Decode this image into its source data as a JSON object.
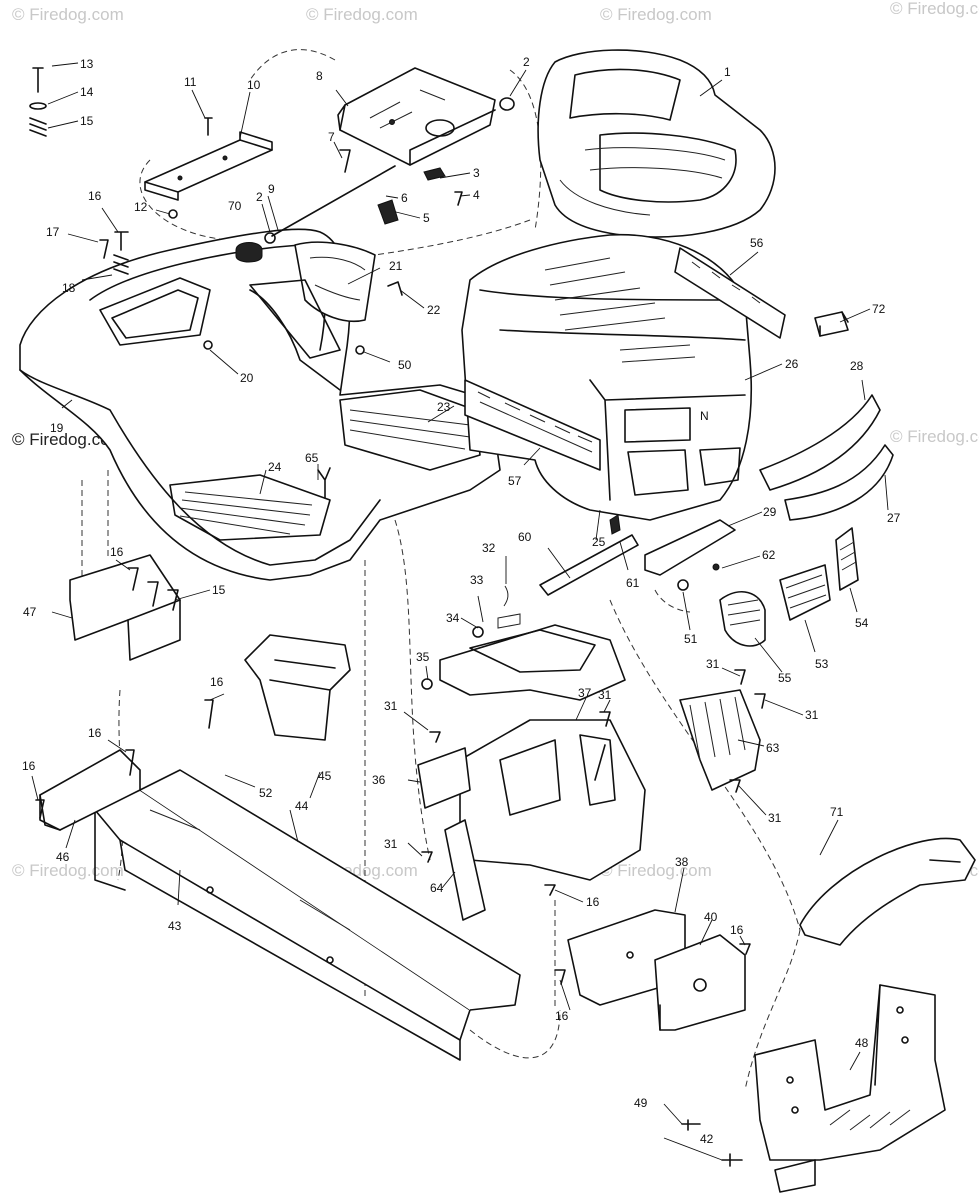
{
  "watermark": {
    "text": "© Firedog.com"
  },
  "callouts": [
    "1",
    "2",
    "2",
    "3",
    "4",
    "5",
    "6",
    "7",
    "8",
    "9",
    "10",
    "11",
    "12",
    "13",
    "14",
    "15",
    "15",
    "16",
    "16",
    "16",
    "16",
    "16",
    "16",
    "16",
    "16",
    "17",
    "18",
    "19",
    "20",
    "21",
    "22",
    "23",
    "24",
    "25",
    "26",
    "27",
    "28",
    "29",
    "31",
    "31",
    "31",
    "31",
    "31",
    "31",
    "32",
    "33",
    "34",
    "35",
    "36",
    "37",
    "38",
    "40",
    "42",
    "43",
    "44",
    "45",
    "46",
    "47",
    "48",
    "49",
    "50",
    "51",
    "52",
    "53",
    "54",
    "55",
    "56",
    "57",
    "60",
    "61",
    "62",
    "63",
    "64",
    "65",
    "70",
    "71",
    "72"
  ]
}
